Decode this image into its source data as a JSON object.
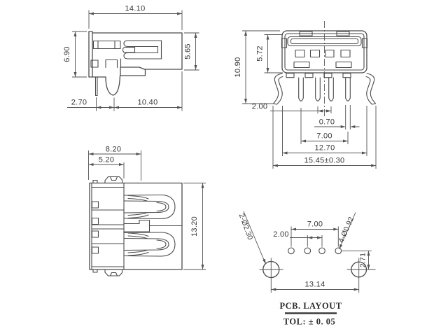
{
  "colors": {
    "line": "#4a4a4a",
    "text": "#383838",
    "background": "#ffffff"
  },
  "views": {
    "side_view": {
      "dims": {
        "overall_width": "14.10",
        "flange_height": "6.90",
        "body_height": "5.65",
        "pin_offset": "2.70",
        "body_depth": "10.40"
      }
    },
    "front_view": {
      "dims": {
        "overall_height": "10.90",
        "shell_height": "5.72",
        "pin_pitch": "2.00",
        "pin_width": "0.70",
        "pin_row_span": "7.00",
        "shell_width": "12.70",
        "overall_width": "15.45±0.30"
      }
    },
    "top_view": {
      "dims": {
        "flange_width": "8.20",
        "body_width": "5.20",
        "overall_length": "13.20"
      }
    },
    "pcb_layout": {
      "title": "PCB. LAYOUT",
      "tolerance": "TOL: ± 0. 05",
      "dims": {
        "mount_hole_callout": "2-Ø2.30",
        "pin_hole_callout": "4-Ø0.92",
        "pin_pitch": "2.00",
        "pin_row_span": "7.00",
        "mount_hole_span": "13.14",
        "row_offset": "2.71"
      }
    }
  }
}
